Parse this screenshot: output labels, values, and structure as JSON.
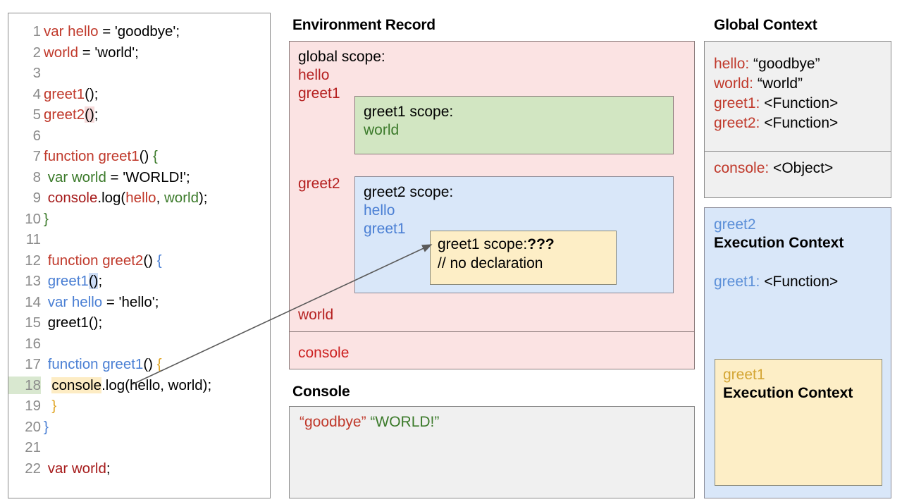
{
  "code_panel": {
    "lines": [
      {
        "n": "1",
        "segments": [
          {
            "t": "var hello",
            "c": "kw-red"
          },
          {
            "t": " = 'goodbye';",
            "c": ""
          }
        ]
      },
      {
        "n": "2",
        "segments": [
          {
            "t": "world",
            "c": "kw-red"
          },
          {
            "t": " = 'world';",
            "c": ""
          }
        ]
      },
      {
        "n": "3",
        "segments": []
      },
      {
        "n": "4",
        "segments": [
          {
            "t": "greet1",
            "c": "kw-red"
          },
          {
            "t": "();",
            "c": ""
          }
        ]
      },
      {
        "n": "5",
        "segments": [
          {
            "t": "greet2",
            "c": "kw-red"
          },
          {
            "t": "()",
            "c": "hl-pink"
          },
          {
            "t": ";",
            "c": ""
          }
        ]
      },
      {
        "n": "6",
        "segments": []
      },
      {
        "n": "7",
        "segments": [
          {
            "t": "function greet1",
            "c": "kw-red"
          },
          {
            "t": "() ",
            "c": ""
          },
          {
            "t": "{",
            "c": "kw-green"
          }
        ]
      },
      {
        "n": "8",
        "segments": [
          {
            "t": " var world",
            "c": "kw-green"
          },
          {
            "t": " = 'WORLD!';",
            "c": ""
          }
        ]
      },
      {
        "n": "9",
        "segments": [
          {
            "t": " ",
            "c": ""
          },
          {
            "t": "console",
            "c": "kw-dred"
          },
          {
            "t": ".log(",
            "c": ""
          },
          {
            "t": "hello",
            "c": "kw-red"
          },
          {
            "t": ", ",
            "c": ""
          },
          {
            "t": "world",
            "c": "kw-green"
          },
          {
            "t": ");",
            "c": ""
          }
        ]
      },
      {
        "n": "10",
        "segments": [
          {
            "t": "}",
            "c": "kw-green"
          }
        ]
      },
      {
        "n": "11",
        "segments": []
      },
      {
        "n": "12",
        "segments": [
          {
            "t": " function greet2",
            "c": "kw-red"
          },
          {
            "t": "() ",
            "c": ""
          },
          {
            "t": "{",
            "c": "kw-blue"
          }
        ]
      },
      {
        "n": "13",
        "segments": [
          {
            "t": " greet1",
            "c": "kw-blue"
          },
          {
            "t": "()",
            "c": "hl-blue"
          },
          {
            "t": ";",
            "c": ""
          }
        ]
      },
      {
        "n": "14",
        "segments": [
          {
            "t": " var hello",
            "c": "kw-blue"
          },
          {
            "t": " = 'hello';",
            "c": ""
          }
        ]
      },
      {
        "n": "15",
        "segments": [
          {
            "t": " greet1();",
            "c": ""
          }
        ]
      },
      {
        "n": "16",
        "segments": []
      },
      {
        "n": "17",
        "segments": [
          {
            "t": " function greet1",
            "c": "kw-blue"
          },
          {
            "t": "() ",
            "c": ""
          },
          {
            "t": "{",
            "c": "kw-amber"
          }
        ]
      },
      {
        "n": "18",
        "segments": [
          {
            "t": "  ",
            "c": ""
          },
          {
            "t": "console",
            "c": "hl-yellow"
          },
          {
            "t": ".log(hello, world);",
            "c": ""
          }
        ],
        "line_highlight": true
      },
      {
        "n": "19",
        "segments": [
          {
            "t": "  ",
            "c": ""
          },
          {
            "t": "}",
            "c": "kw-amber"
          }
        ]
      },
      {
        "n": "20",
        "segments": [
          {
            "t": "}",
            "c": "kw-blue"
          }
        ]
      },
      {
        "n": "21",
        "segments": []
      },
      {
        "n": "22",
        "segments": [
          {
            "t": " var world",
            "c": "kw-dred"
          },
          {
            "t": ";",
            "c": ""
          }
        ]
      }
    ]
  },
  "environment_record": {
    "title": "Environment Record",
    "global_scope_label": "global scope:",
    "global_bindings": {
      "hello": "hello",
      "greet1": "greet1",
      "greet2": "greet2",
      "world": "world",
      "console": "console"
    },
    "greet1_scope": {
      "title": "greet1 scope:",
      "binding_world": "world"
    },
    "greet2_scope": {
      "title": "greet2 scope:",
      "binding_hello": "hello",
      "binding_greet1": "greet1",
      "inner": {
        "title_prefix": "greet1 scope:",
        "title_value": "???",
        "note": "// no declaration"
      }
    }
  },
  "console_panel": {
    "title": "Console",
    "output": [
      {
        "text": "“goodbye”",
        "color": "con-red"
      },
      {
        "text": "“WORLD!”",
        "color": "con-green"
      }
    ]
  },
  "global_context": {
    "title": "Global Context",
    "bindings": [
      {
        "key": "hello:",
        "value": "“goodbye”"
      },
      {
        "key": "world:",
        "value": "“world”"
      },
      {
        "key": "greet1:",
        "value": "<Function>"
      },
      {
        "key": "greet2:",
        "value": "<Function>"
      }
    ],
    "object_bindings": [
      {
        "key": "console:",
        "value": "<Object>"
      }
    ]
  },
  "greet2_execution_context": {
    "name": "greet2",
    "heading": "Execution Context",
    "binding_key": "greet1:",
    "binding_value": "<Function>",
    "inner_context": {
      "name": "greet1",
      "heading": "Execution Context"
    }
  },
  "colors": {
    "red": "#c0392b",
    "green": "#3b7a2a",
    "blue": "#4a7fd4",
    "amber": "#d4a635",
    "env_bg": "#fbe3e3",
    "greet1_scope_bg": "#d2e6c2",
    "greet2_scope_bg": "#d9e7f9",
    "inner_scope_bg": "#fdeec6",
    "console_bg": "#f0f0f0"
  }
}
